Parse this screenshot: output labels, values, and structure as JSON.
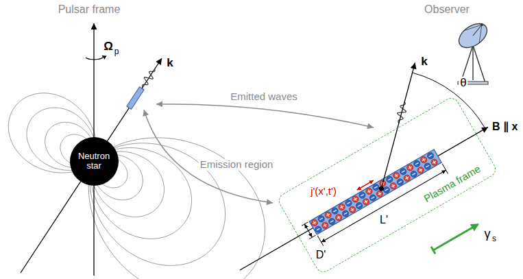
{
  "diagram": {
    "nodes": [
      {
        "text": [
          "Neutron star"
        ]
      },
      {
        "text": [
          "Plasma frame"
        ]
      }
    ],
    "labels": [
      "Pulsar frame",
      "Ω",
      "p",
      "k",
      "Observer",
      "Emitted waves",
      "Emission region",
      "k",
      "θ",
      "B ∥ x",
      "j'(x',t')",
      "L'",
      "D'",
      "γ",
      "s"
    ]
  }
}
